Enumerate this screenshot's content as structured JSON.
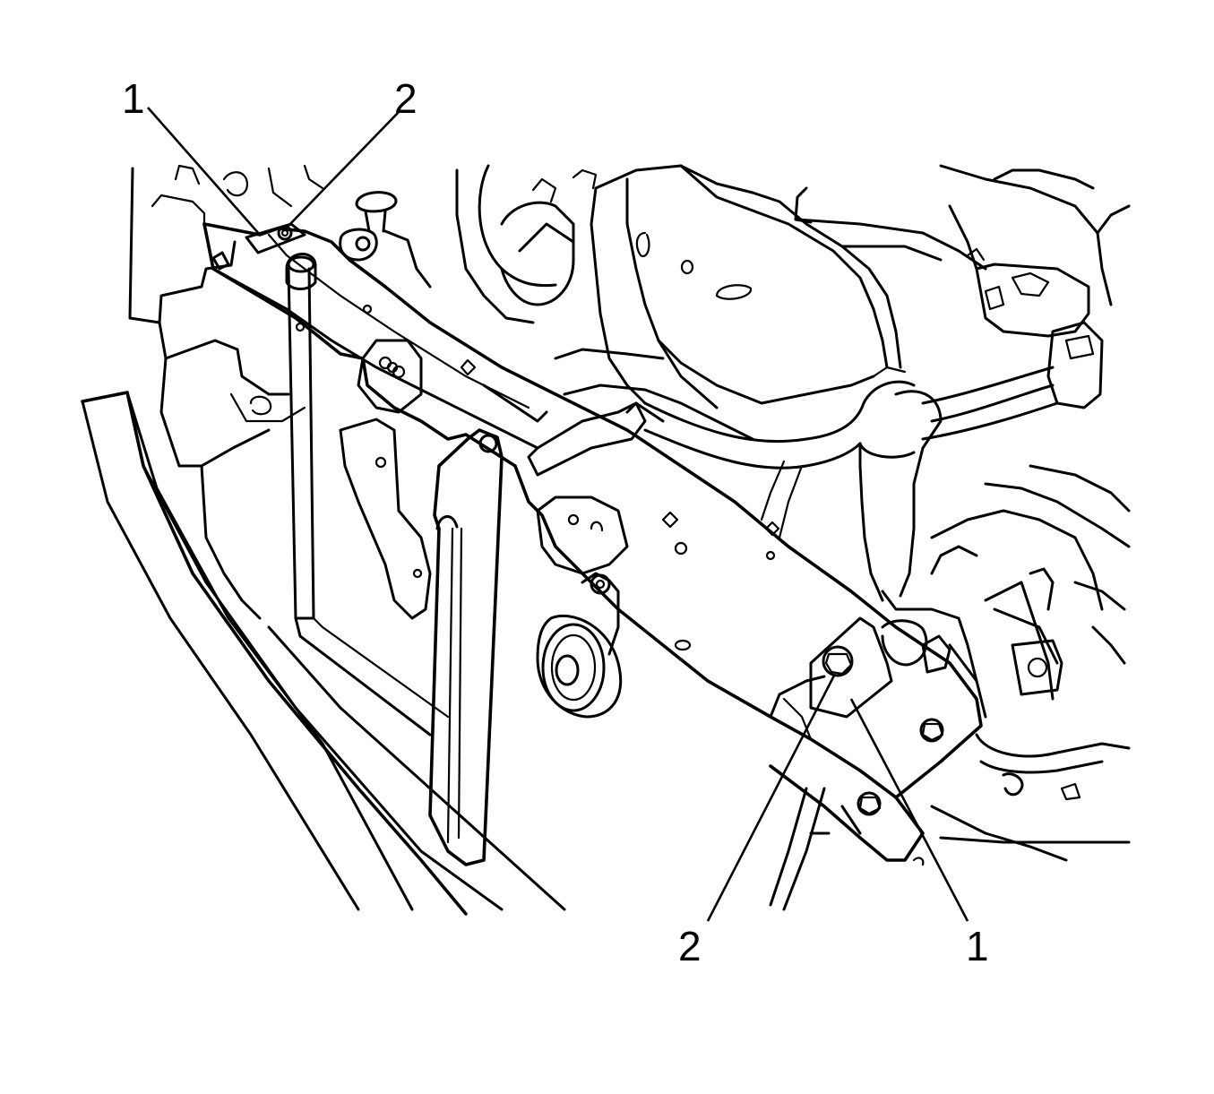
{
  "diagram": {
    "callouts": [
      {
        "id": "top-left-1",
        "label": "1"
      },
      {
        "id": "top-left-2",
        "label": "2"
      },
      {
        "id": "bottom-right-2",
        "label": "2"
      },
      {
        "id": "bottom-right-1",
        "label": "1"
      }
    ],
    "line_color": "#000000",
    "background_color": "#ffffff"
  }
}
